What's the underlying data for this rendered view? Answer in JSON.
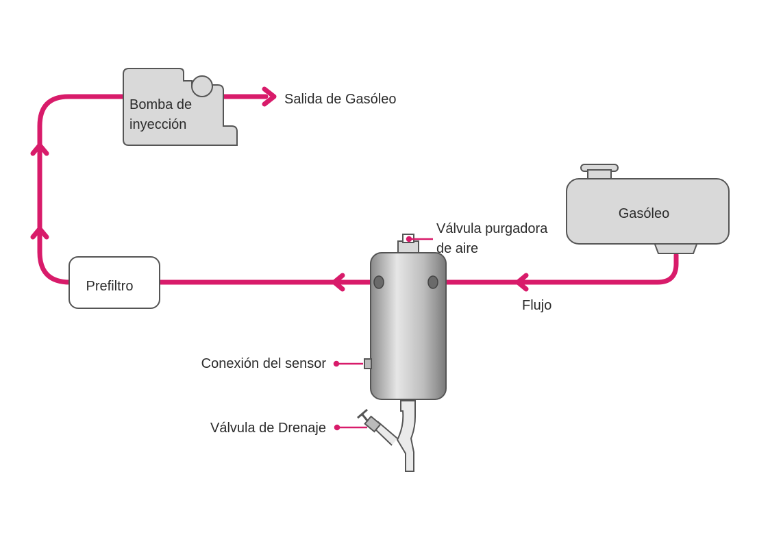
{
  "diagram": {
    "components": {
      "injection_pump": {
        "line1": "Bomba de",
        "line2": "inyección"
      },
      "tank": {
        "label": "Gasóleo"
      },
      "prefilter": {
        "label": "Prefiltro"
      }
    },
    "labels": {
      "outlet": "Salida de Gasóleo",
      "air_valve_line1": "Válvula purgadora",
      "air_valve_line2": "de aire",
      "flow": "Flujo",
      "sensor": "Conexión del sensor",
      "drain": "Válvula de Drenaje"
    },
    "colors": {
      "fuel_line": "#d81b6a",
      "component_fill": "#d9d9d9",
      "component_stroke": "#555555"
    }
  }
}
